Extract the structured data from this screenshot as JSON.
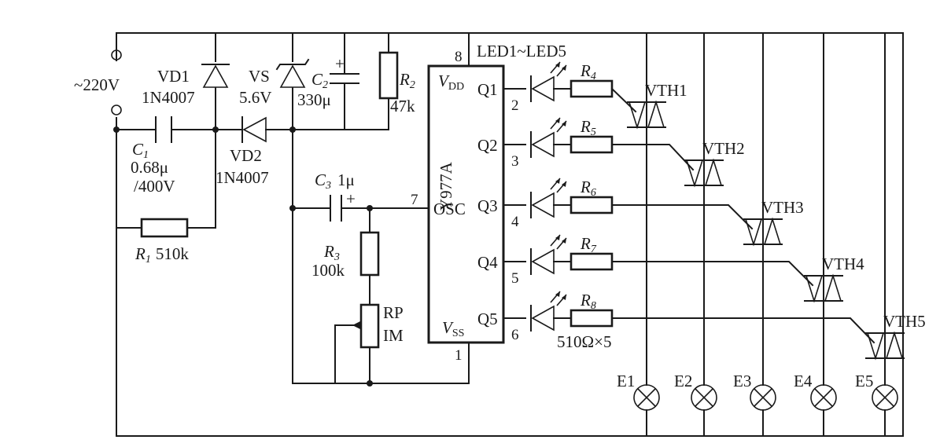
{
  "supply": {
    "label": "~220V"
  },
  "components": {
    "vd1": {
      "name": "VD1",
      "part": "1N4007"
    },
    "vs": {
      "name": "VS",
      "value": "5.6V"
    },
    "c2": {
      "name": "C",
      "sub": "2",
      "value": "330μ"
    },
    "r2": {
      "name": "R",
      "sub": "2",
      "value": "47k"
    },
    "c1": {
      "name": "C",
      "sub": "1",
      "value": "0.68μ",
      "rating": "/400V"
    },
    "vd2": {
      "name": "VD2",
      "part": "1N4007"
    },
    "r1": {
      "name": "R",
      "sub": "1",
      "value": "510k"
    },
    "c3": {
      "name": "C",
      "sub": "3",
      "value": "1μ"
    },
    "r3": {
      "name": "R",
      "sub": "3",
      "value": "100k"
    },
    "rp": {
      "name": "RP",
      "value": "IM"
    },
    "led_group": {
      "label": "LED1~LED5"
    },
    "resistor_note": {
      "label": "510Ω×5"
    }
  },
  "ic": {
    "part": "Y977A",
    "vdd": "V",
    "vdd_sub": "DD",
    "vss": "V",
    "vss_sub": "SS",
    "osc": "OSC",
    "pin_vdd": "8",
    "pin_vss": "1",
    "pin_osc": "7",
    "outputs": [
      {
        "name": "Q1",
        "pin": "2"
      },
      {
        "name": "Q2",
        "pin": "3"
      },
      {
        "name": "Q3",
        "pin": "4"
      },
      {
        "name": "Q4",
        "pin": "5"
      },
      {
        "name": "Q5",
        "pin": "6"
      }
    ]
  },
  "channels": [
    {
      "resistor": "R",
      "resistor_sub": "4",
      "triac": "VTH1",
      "lamp": "E1"
    },
    {
      "resistor": "R",
      "resistor_sub": "5",
      "triac": "VTH2",
      "lamp": "E2"
    },
    {
      "resistor": "R",
      "resistor_sub": "6",
      "triac": "VTH3",
      "lamp": "E3"
    },
    {
      "resistor": "R",
      "resistor_sub": "7",
      "triac": "VTH4",
      "lamp": "E4"
    },
    {
      "resistor": "R",
      "resistor_sub": "8",
      "triac": "VTH5",
      "lamp": "E5"
    }
  ]
}
